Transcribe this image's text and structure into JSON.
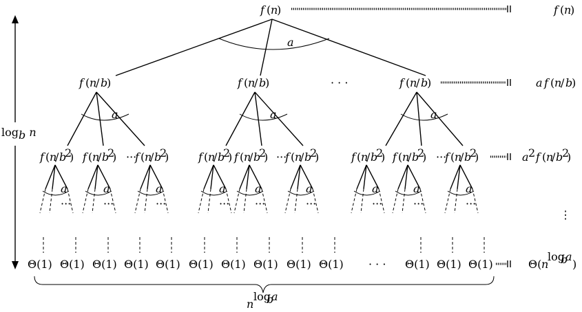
{
  "root_label": "f(n)",
  "level1_label": "f(n/b)",
  "level2_label": "f(n/b²)",
  "leaf_label": "Θ(1)",
  "branch_factor": "a",
  "height_label": "log_b n",
  "ellipsis_h": "···",
  "ellipsis_v": "⋮",
  "right_column": {
    "row0": "f(n)",
    "row1": "af(n/b)",
    "row2": "a² f(n/b²)",
    "row_leaves": "Θ(n^{log_b a})"
  },
  "bottom_label": "n^{log_b a}"
}
